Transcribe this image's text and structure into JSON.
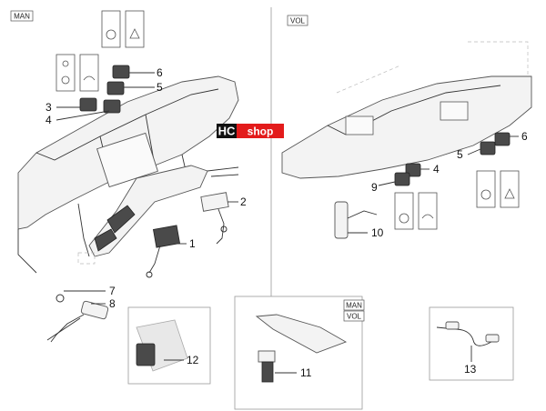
{
  "sections": {
    "left_tag": "MAN",
    "right_tag": "VOL",
    "bottom_tag_top": "MAN",
    "bottom_tag_bottom": "VOL"
  },
  "logo": {
    "hc": "HC",
    "shop": "shop"
  },
  "callouts": {
    "c1": "1",
    "c2": "2",
    "c3": "3",
    "c4": "4",
    "c5": "5",
    "c6": "6",
    "c7": "7",
    "c8": "8",
    "c11": "11",
    "c12": "12",
    "c13": "13",
    "r4": "4",
    "r5": "5",
    "r6": "6",
    "r9": "9",
    "r10": "10"
  }
}
